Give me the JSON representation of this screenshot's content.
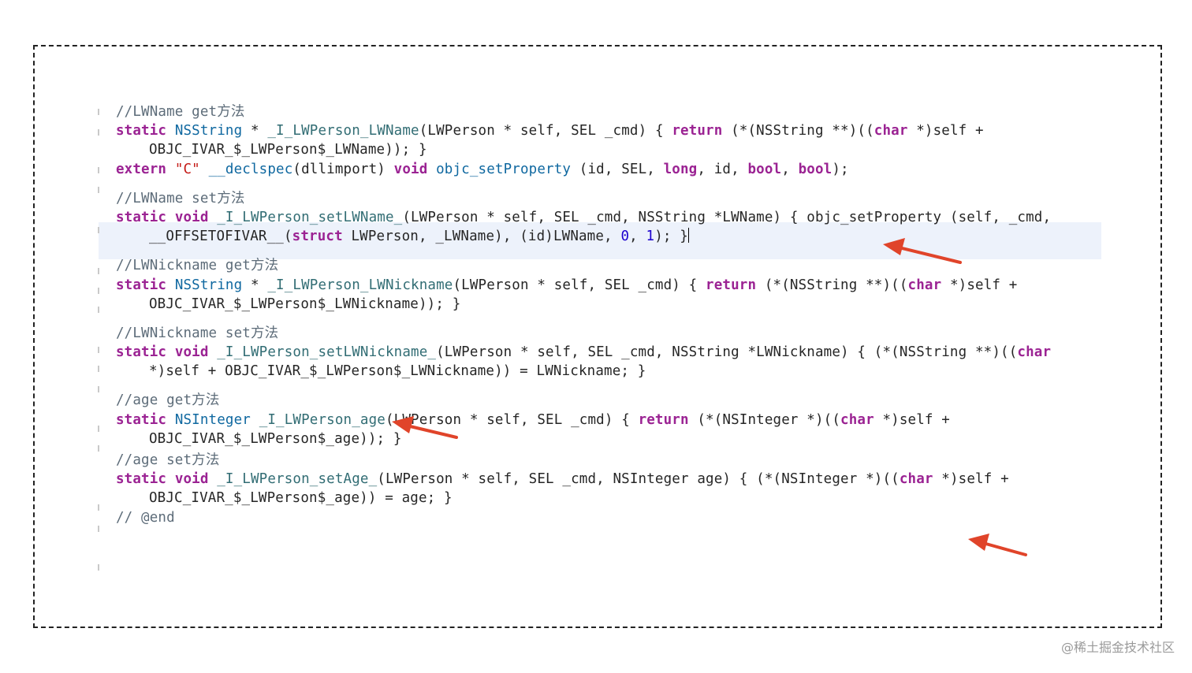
{
  "code": {
    "l1": "//LWName get方法",
    "l2": [
      "static",
      "NSString",
      " * ",
      "_I_LWPerson_LWName",
      "(LWPerson * self, SEL _cmd) { ",
      "return",
      " (*(NSString **)((",
      "char",
      " *)self +"
    ],
    "l3": "OBJC_IVAR_$_LWPerson$_LWName)); }",
    "l4": [
      "extern",
      "\"C\"",
      "__declspec",
      "(dllimport) ",
      "void",
      "objc_setProperty",
      " (id, SEL, ",
      "long",
      ", id, ",
      "bool",
      ", ",
      "bool",
      ");"
    ],
    "l5": "//LWName set方法",
    "l6": [
      "static",
      "void",
      "_I_LWPerson_setLWName_",
      "(LWPerson * self, SEL _cmd, NSString *LWName) { objc_setProperty (self, _cmd,"
    ],
    "l7": [
      "__OFFSETOFIVAR__(",
      "struct",
      " LWPerson, _LWName), (id)LWName, ",
      "0",
      ", ",
      "1",
      "); }"
    ],
    "l8": "//LWNickname get方法",
    "l9": [
      "static",
      "NSString",
      " * ",
      "_I_LWPerson_LWNickname",
      "(LWPerson * self, SEL _cmd) { ",
      "return",
      " (*(NSString **)((",
      "char",
      " *)self +"
    ],
    "l10": "OBJC_IVAR_$_LWPerson$_LWNickname)); }",
    "l11": "//LWNickname set方法",
    "l12": [
      "static",
      "void",
      "_I_LWPerson_setLWNickname_",
      "(LWPerson * self, SEL _cmd, NSString *LWNickname) { (*(NSString **)((",
      "char"
    ],
    "l13": "*)self + OBJC_IVAR_$_LWPerson$_LWNickname)) = LWNickname; }",
    "l14": "//age get方法",
    "l15": [
      "static",
      "NSInteger",
      "_I_LWPerson_age",
      "(LWPerson * self, SEL _cmd) { ",
      "return",
      " (*(NSInteger *)((",
      "char",
      " *)self +"
    ],
    "l16": "OBJC_IVAR_$_LWPerson$_age)); }",
    "l17": "//age set方法",
    "l18": [
      "static",
      "void",
      "_I_LWPerson_setAge_",
      "(LWPerson * self, SEL _cmd, NSInteger age) { (*(NSInteger *)((",
      "char",
      " *)self +"
    ],
    "l19": "OBJC_IVAR_$_LWPerson$_age)) = age; }",
    "l20": "// @end"
  },
  "colors": {
    "keyword": "#9b2393",
    "type": "#0f68a0",
    "function": "#326d74",
    "comment": "#5d6c79",
    "string": "#c41a16",
    "number": "#1c00cf",
    "arrow": "#e0442a",
    "highlight": "#edf2fb"
  },
  "watermark": "@稀土掘金技术社区"
}
